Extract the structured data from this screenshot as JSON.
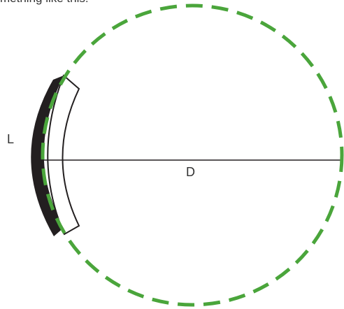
{
  "caption": "mething like this:",
  "labels": {
    "left": "L",
    "diameter": "D"
  },
  "colors": {
    "dashed_circle": "#4aa53b",
    "band": "#231f20",
    "outline": "#231f20",
    "text": "#333333"
  }
}
